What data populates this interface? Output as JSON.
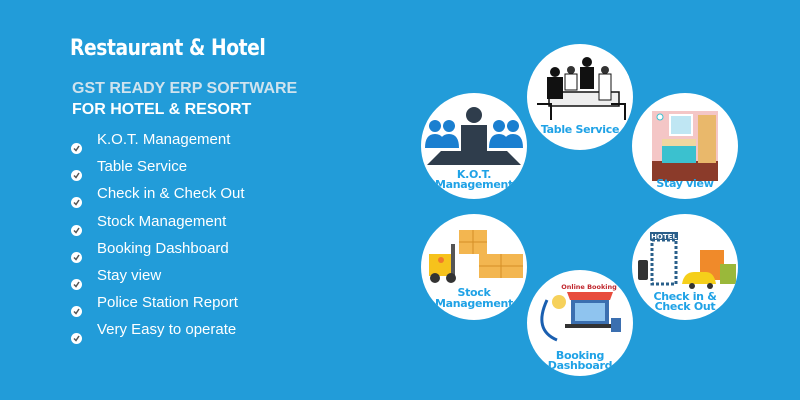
{
  "header": {
    "title": "Restaurant & Hotel",
    "subtitle_line1": "GST READY ERP SOFTWARE",
    "subtitle_line2": "FOR HOTEL & RESORT"
  },
  "features": [
    {
      "label": "K.O.T. Management",
      "icon": "check-icon"
    },
    {
      "label": "Table Service",
      "icon": "check-icon"
    },
    {
      "label": "Check in & Check Out",
      "icon": "check-icon"
    },
    {
      "label": "Stock Management",
      "icon": "check-icon"
    },
    {
      "label": "Booking Dashboard",
      "icon": "check-icon"
    },
    {
      "label": "Stay view",
      "icon": "check-icon"
    },
    {
      "label": "Police Station Report",
      "icon": "check-icon"
    },
    {
      "label": "Very Easy to operate",
      "icon": "check-icon"
    }
  ],
  "modules": {
    "table_service": {
      "label": "Table Service"
    },
    "kot": {
      "label_line1": "K.O.T.",
      "label_line2": "Management"
    },
    "stay_view": {
      "label": "Stay view"
    },
    "stock": {
      "label_line1": "Stock",
      "label_line2": "Management"
    },
    "checkin": {
      "label_line1": "Check in &",
      "label_line2": "Check Out",
      "sign": "HOTEL"
    },
    "booking": {
      "label_line1": "Booking",
      "label_line2": "Dashboard",
      "sign": "Online Booking"
    }
  },
  "colors": {
    "background": "#229cd9",
    "accent": "#1fa2e6",
    "dark": "#2f3d4c"
  }
}
